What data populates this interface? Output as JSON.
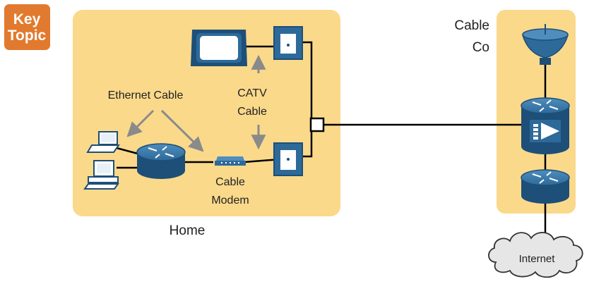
{
  "badge": {
    "line1": "Key",
    "line2": "Topic"
  },
  "labels": {
    "home": "Home",
    "cable_co_line1": "Cable",
    "cable_co_line2": "Co",
    "ethernet_cable": "Ethernet Cable",
    "catv_line1": "CATV",
    "catv_line2": "Cable",
    "cable_modem_line1": "Cable",
    "cable_modem_line2": "Modem",
    "internet": "Internet"
  },
  "colors": {
    "zone_fill": "#fad98b",
    "device_blue": "#2d6a9a",
    "device_dark": "#1d4f78",
    "badge_orange": "#e17a2e",
    "arrow_gray": "#8a8a8a",
    "cable_black": "#000000"
  },
  "icons": [
    "tv-icon",
    "wall-jack-icon",
    "laptop-icon",
    "desktop-pc-icon",
    "router-icon",
    "cable-modem-icon",
    "satellite-dish-icon",
    "cmts-router-icon",
    "cloud-icon",
    "splitter-icon"
  ]
}
